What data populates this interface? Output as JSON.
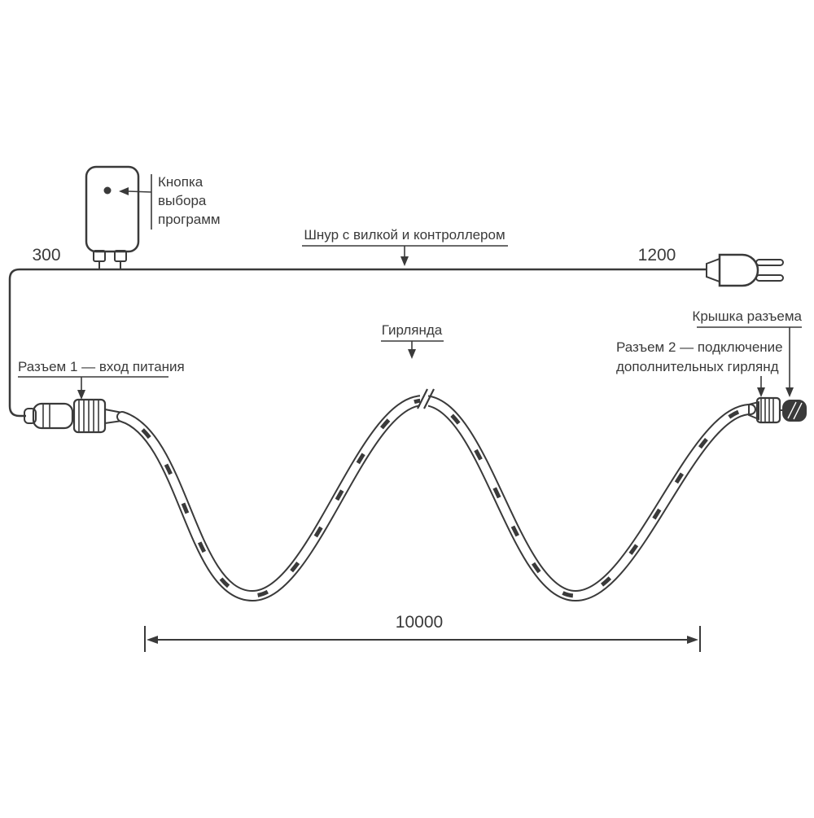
{
  "labels": {
    "program_button": [
      "Кнопка",
      "выбора",
      "программ"
    ],
    "cord": "Шнур с вилкой и контроллером",
    "garland": "Гирлянда",
    "connector_cap": "Крышка разъема",
    "connector2": [
      "Разъем 2 — подключение",
      "дополнительных гирлянд"
    ],
    "connector1": "Разъем 1 — вход питания"
  },
  "dimensions": {
    "left_cord": "300",
    "plug_cord": "1200",
    "garland_length": "10000"
  },
  "colors": {
    "line": "#3a3a3a",
    "background": "#ffffff"
  }
}
